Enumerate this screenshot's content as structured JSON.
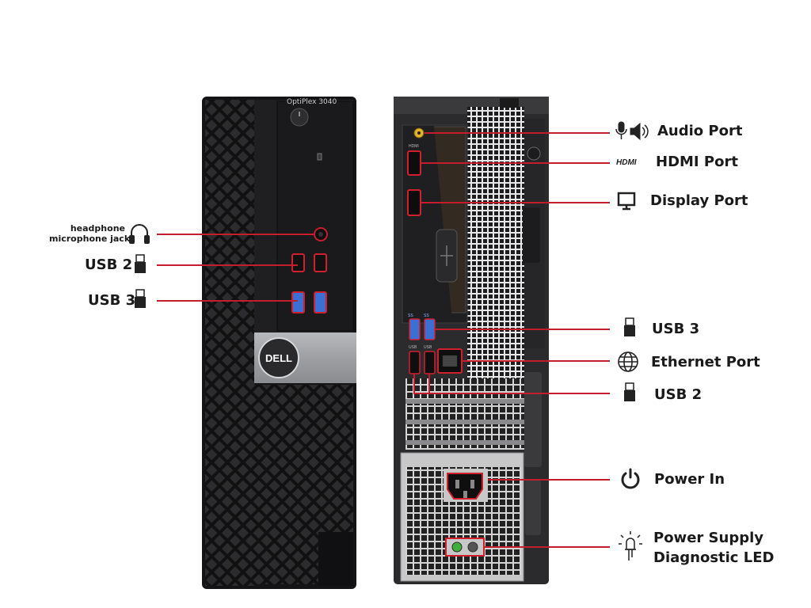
{
  "device": {
    "model": "OptiPlex 3040",
    "brand_logo": "DELL",
    "port_marks": {
      "hdmi": "HDMI",
      "usb3": "SS",
      "usb2": "USB"
    }
  },
  "front_labels": [
    {
      "id": "headphone",
      "lines": [
        "headphone",
        "microphone jack"
      ],
      "icon": "headphone-icon"
    },
    {
      "id": "usb2-front",
      "text": "USB 2",
      "icon": "usb-icon"
    },
    {
      "id": "usb3-front",
      "text": "USB 3",
      "icon": "usb-icon"
    }
  ],
  "rear_labels": [
    {
      "id": "audio",
      "text": "Audio Port",
      "icon": "microphone-speaker-icon"
    },
    {
      "id": "hdmi",
      "text": "HDMI Port",
      "icon": "hdmi-logo-icon",
      "icon_text": "HDMI"
    },
    {
      "id": "display",
      "text": "Display Port",
      "icon": "monitor-icon"
    },
    {
      "id": "usb3-rear",
      "text": "USB 3",
      "icon": "usb-icon"
    },
    {
      "id": "ethernet",
      "text": "Ethernet Port",
      "icon": "globe-icon"
    },
    {
      "id": "usb2-rear",
      "text": "USB 2",
      "icon": "usb-icon"
    },
    {
      "id": "power",
      "text": "Power In",
      "icon": "power-icon"
    },
    {
      "id": "psu-led",
      "lines": [
        "Power Supply",
        "Diagnostic LED"
      ],
      "icon": "led-icon"
    }
  ],
  "colors": {
    "callout_line": "#c41e2e",
    "port_outline": "#d0202e",
    "chassis": "#1c1c1e",
    "rear_panel": "#2a2a2c",
    "usb3_blue": "#3b6fd4",
    "led_green": "#3fae3b",
    "text": "#1a1a1a"
  }
}
